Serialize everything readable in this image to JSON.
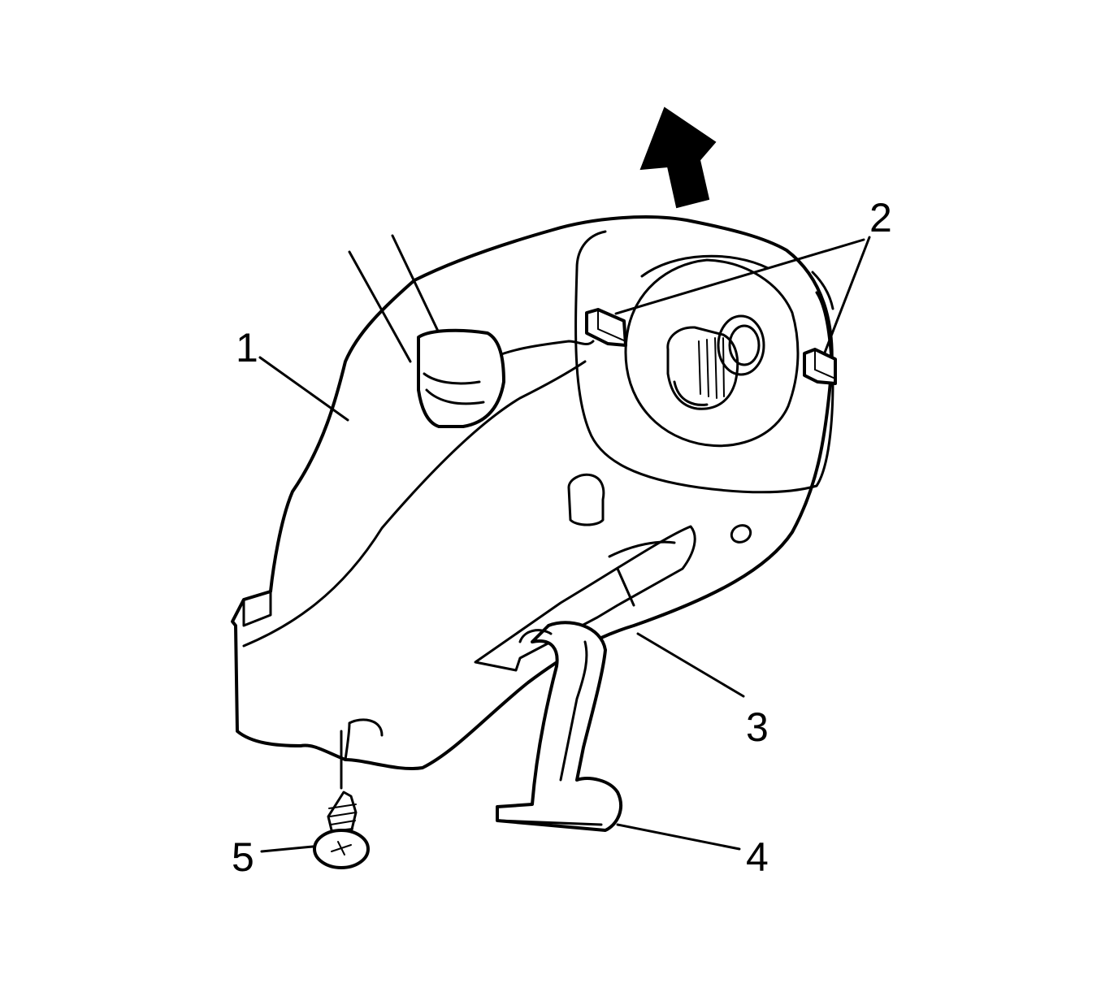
{
  "colors": {
    "line": "#000000",
    "background": "#ffffff"
  },
  "callouts": {
    "c1": "1",
    "c2": "2",
    "c3": "3",
    "c4": "4",
    "c5": "5"
  }
}
